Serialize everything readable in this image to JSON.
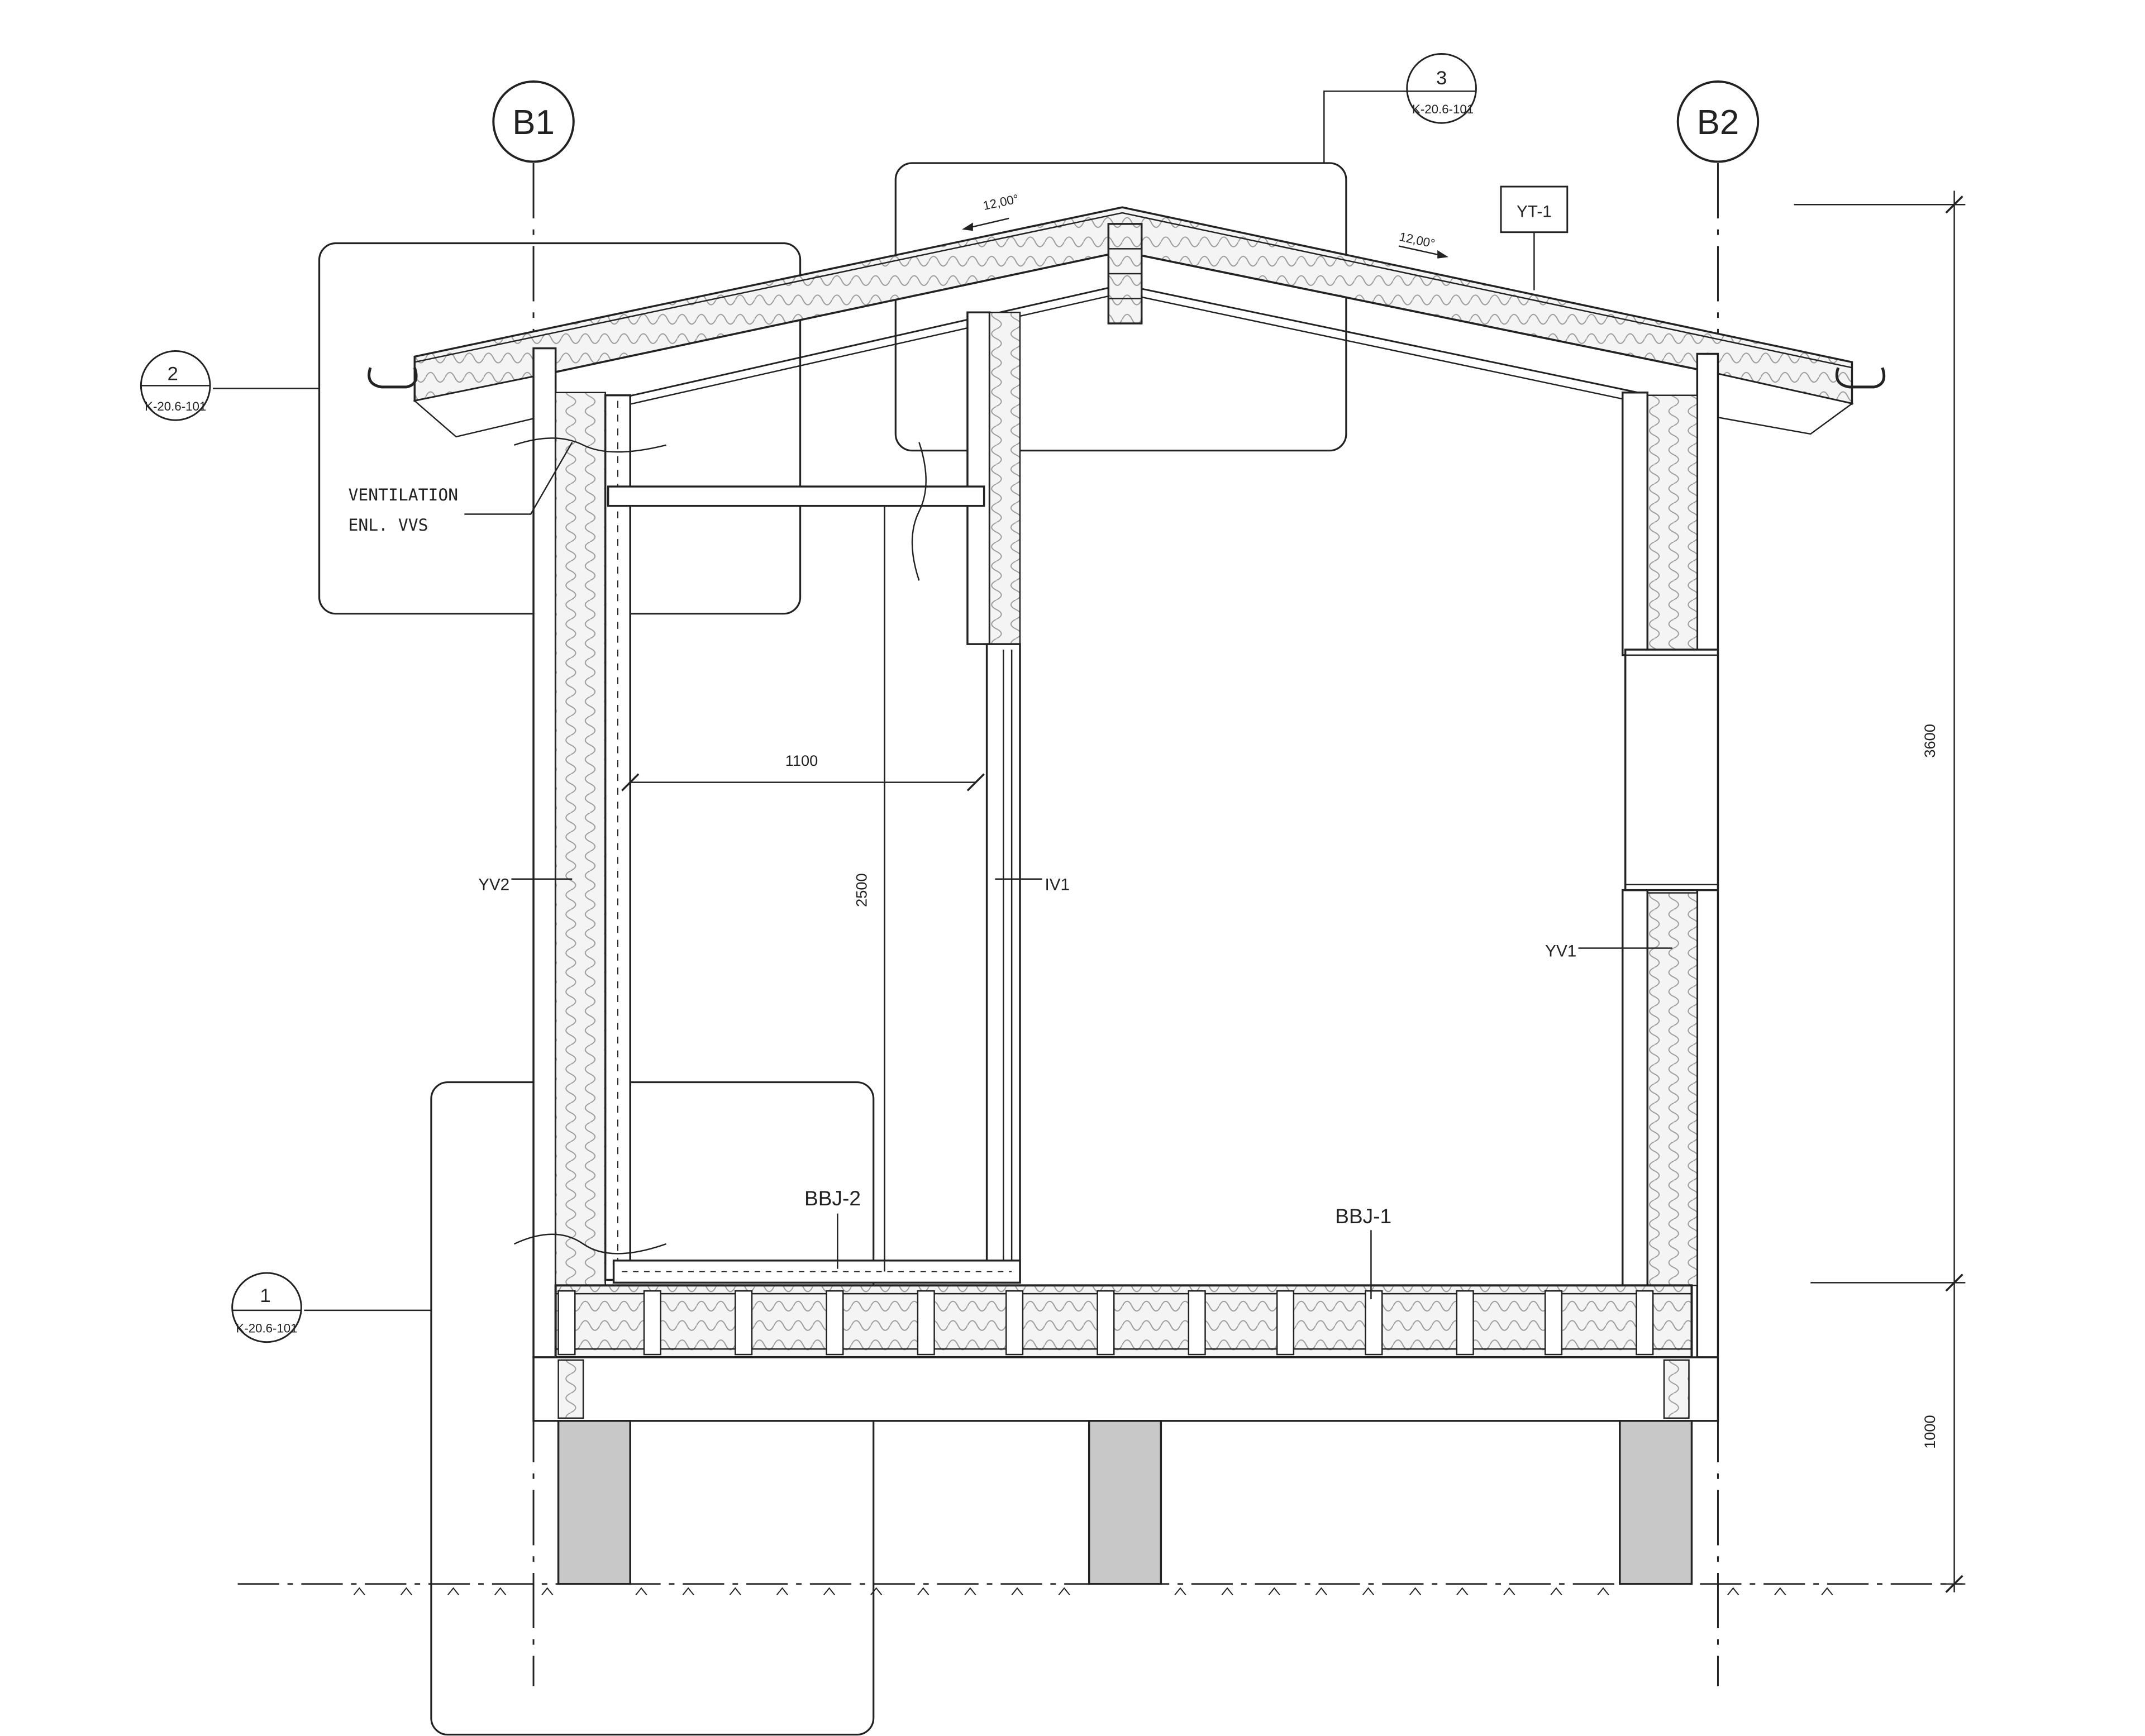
{
  "grid": {
    "left": "B1",
    "right": "B2"
  },
  "callouts": {
    "c1": {
      "number": "1",
      "sheet": "K-20.6-101"
    },
    "c2": {
      "number": "2",
      "sheet": "K-20.6-101"
    },
    "c3": {
      "number": "3",
      "sheet": "K-20.6-101"
    }
  },
  "roof": {
    "tag": "YT-1",
    "slope_left": "12,00°",
    "slope_right": "12,00°"
  },
  "labels": {
    "ventilation_line1": "VENTILATION",
    "ventilation_line2": "ENL. VVS",
    "wall_left": "YV2",
    "wall_right": "YV1",
    "inner_wall": "IV1",
    "floor_left": "BBJ-2",
    "floor_right": "BBJ-1"
  },
  "dimensions": {
    "room_width": "1100",
    "room_height": "2500",
    "total_height": "3600",
    "foundation_height": "1000"
  },
  "colors": {
    "line": "#222222",
    "insulation": "#efefef",
    "plinth": "#c8c8c8",
    "background": "#ffffff"
  }
}
